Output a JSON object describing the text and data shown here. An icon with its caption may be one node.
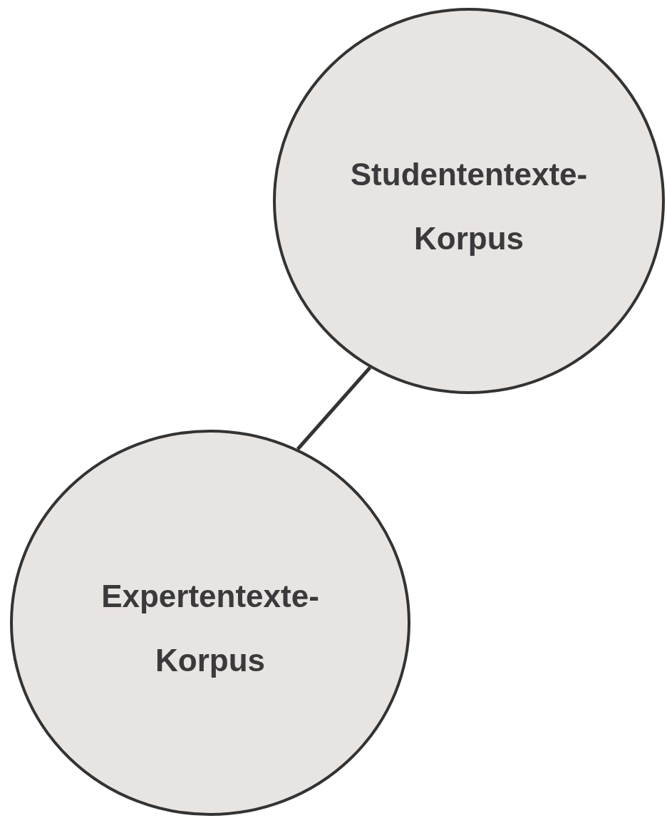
{
  "diagram": {
    "nodes": [
      {
        "text": [
          "Studententexte-Korpus"
        ]
      },
      {
        "text": [
          "Expertentexte-Korpus"
        ]
      }
    ],
    "edges": [
      {
        "from": 0,
        "to": 1,
        "arrow": "none"
      }
    ]
  }
}
